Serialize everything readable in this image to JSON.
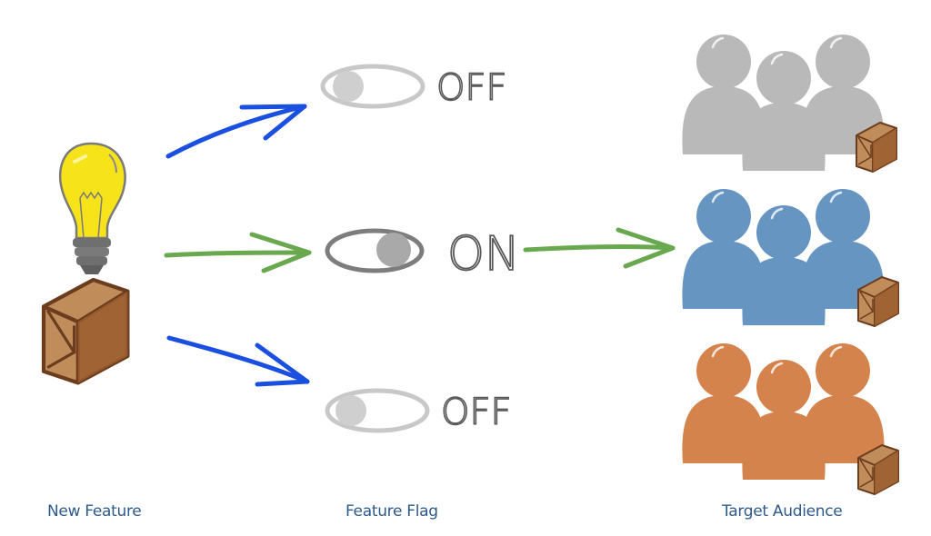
{
  "captions": {
    "new_feature": "New Feature",
    "feature_flag": "Feature Flag",
    "target_audience": "Target Audience"
  },
  "toggles": [
    {
      "label": "OFF",
      "state": "off"
    },
    {
      "label": "ON",
      "state": "on"
    },
    {
      "label": "OFF",
      "state": "off"
    }
  ],
  "audiences": [
    {
      "group": "gray",
      "color": "#b9b9b9",
      "receives_feature": false
    },
    {
      "group": "blue",
      "color": "#6795c2",
      "receives_feature": true
    },
    {
      "group": "orange",
      "color": "#d4834c",
      "receives_feature": false
    }
  ],
  "colors": {
    "arrow_off": "#1a4fe0",
    "arrow_on": "#6aa84f",
    "bulb": "#f7e31a",
    "box": "#c08c5a",
    "caption": "#2e5a8a"
  }
}
